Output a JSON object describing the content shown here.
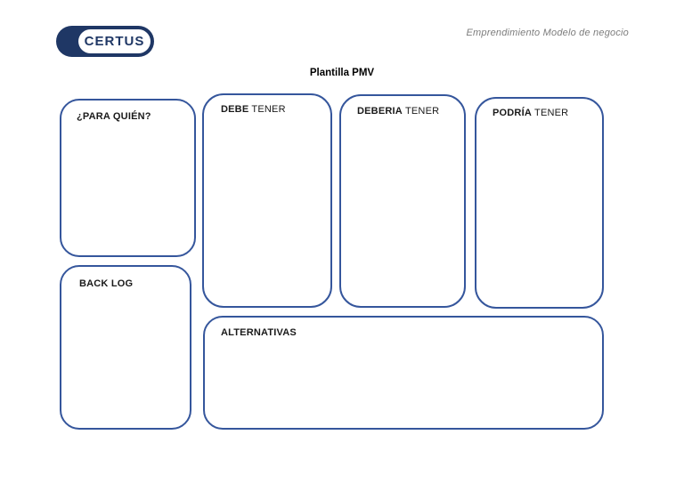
{
  "page": {
    "header": {
      "logo_text": "CERTUS",
      "course_label": "Emprendimiento Modelo de negocio"
    },
    "title": "Plantilla PMV",
    "boxes": {
      "para_quien": {
        "label": "¿PARA QUIÉN?"
      },
      "debe": {
        "label_bold": "DEBE",
        "label_rest": " TENER"
      },
      "deberia": {
        "label_bold": "DEBERIA",
        "label_rest": " TENER"
      },
      "podria": {
        "label_bold": "PODRÍA",
        "label_rest": " TENER"
      },
      "backlog": {
        "label": "BACK LOG"
      },
      "alternativas": {
        "label": "ALTERNATIVAS"
      }
    },
    "colors": {
      "box_border": "#35569c",
      "logo_navy": "#1f3765",
      "title_color": "#000000",
      "course_label_color": "#7d7d7d"
    }
  }
}
